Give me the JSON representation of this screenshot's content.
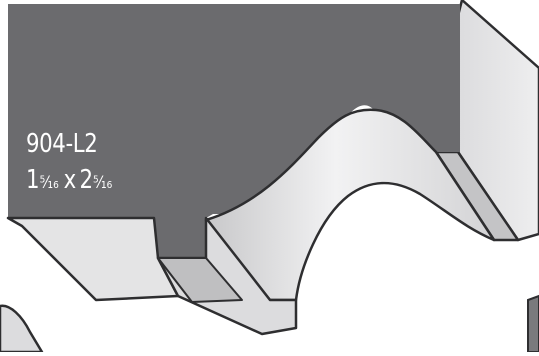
{
  "profile": {
    "code": "904-L2",
    "dimensions": {
      "whole_1": "1",
      "fraction_1": "⁵⁄₁₆",
      "separator": "x",
      "whole_2": "2",
      "fraction_2": "⁵⁄₁₆"
    }
  },
  "colors": {
    "dark_face": "#6b6b6e",
    "light_face": "#e6e6e7",
    "mid_face": "#c9c9cb",
    "outline": "#2e2e30",
    "label_text": "#ffffff"
  }
}
